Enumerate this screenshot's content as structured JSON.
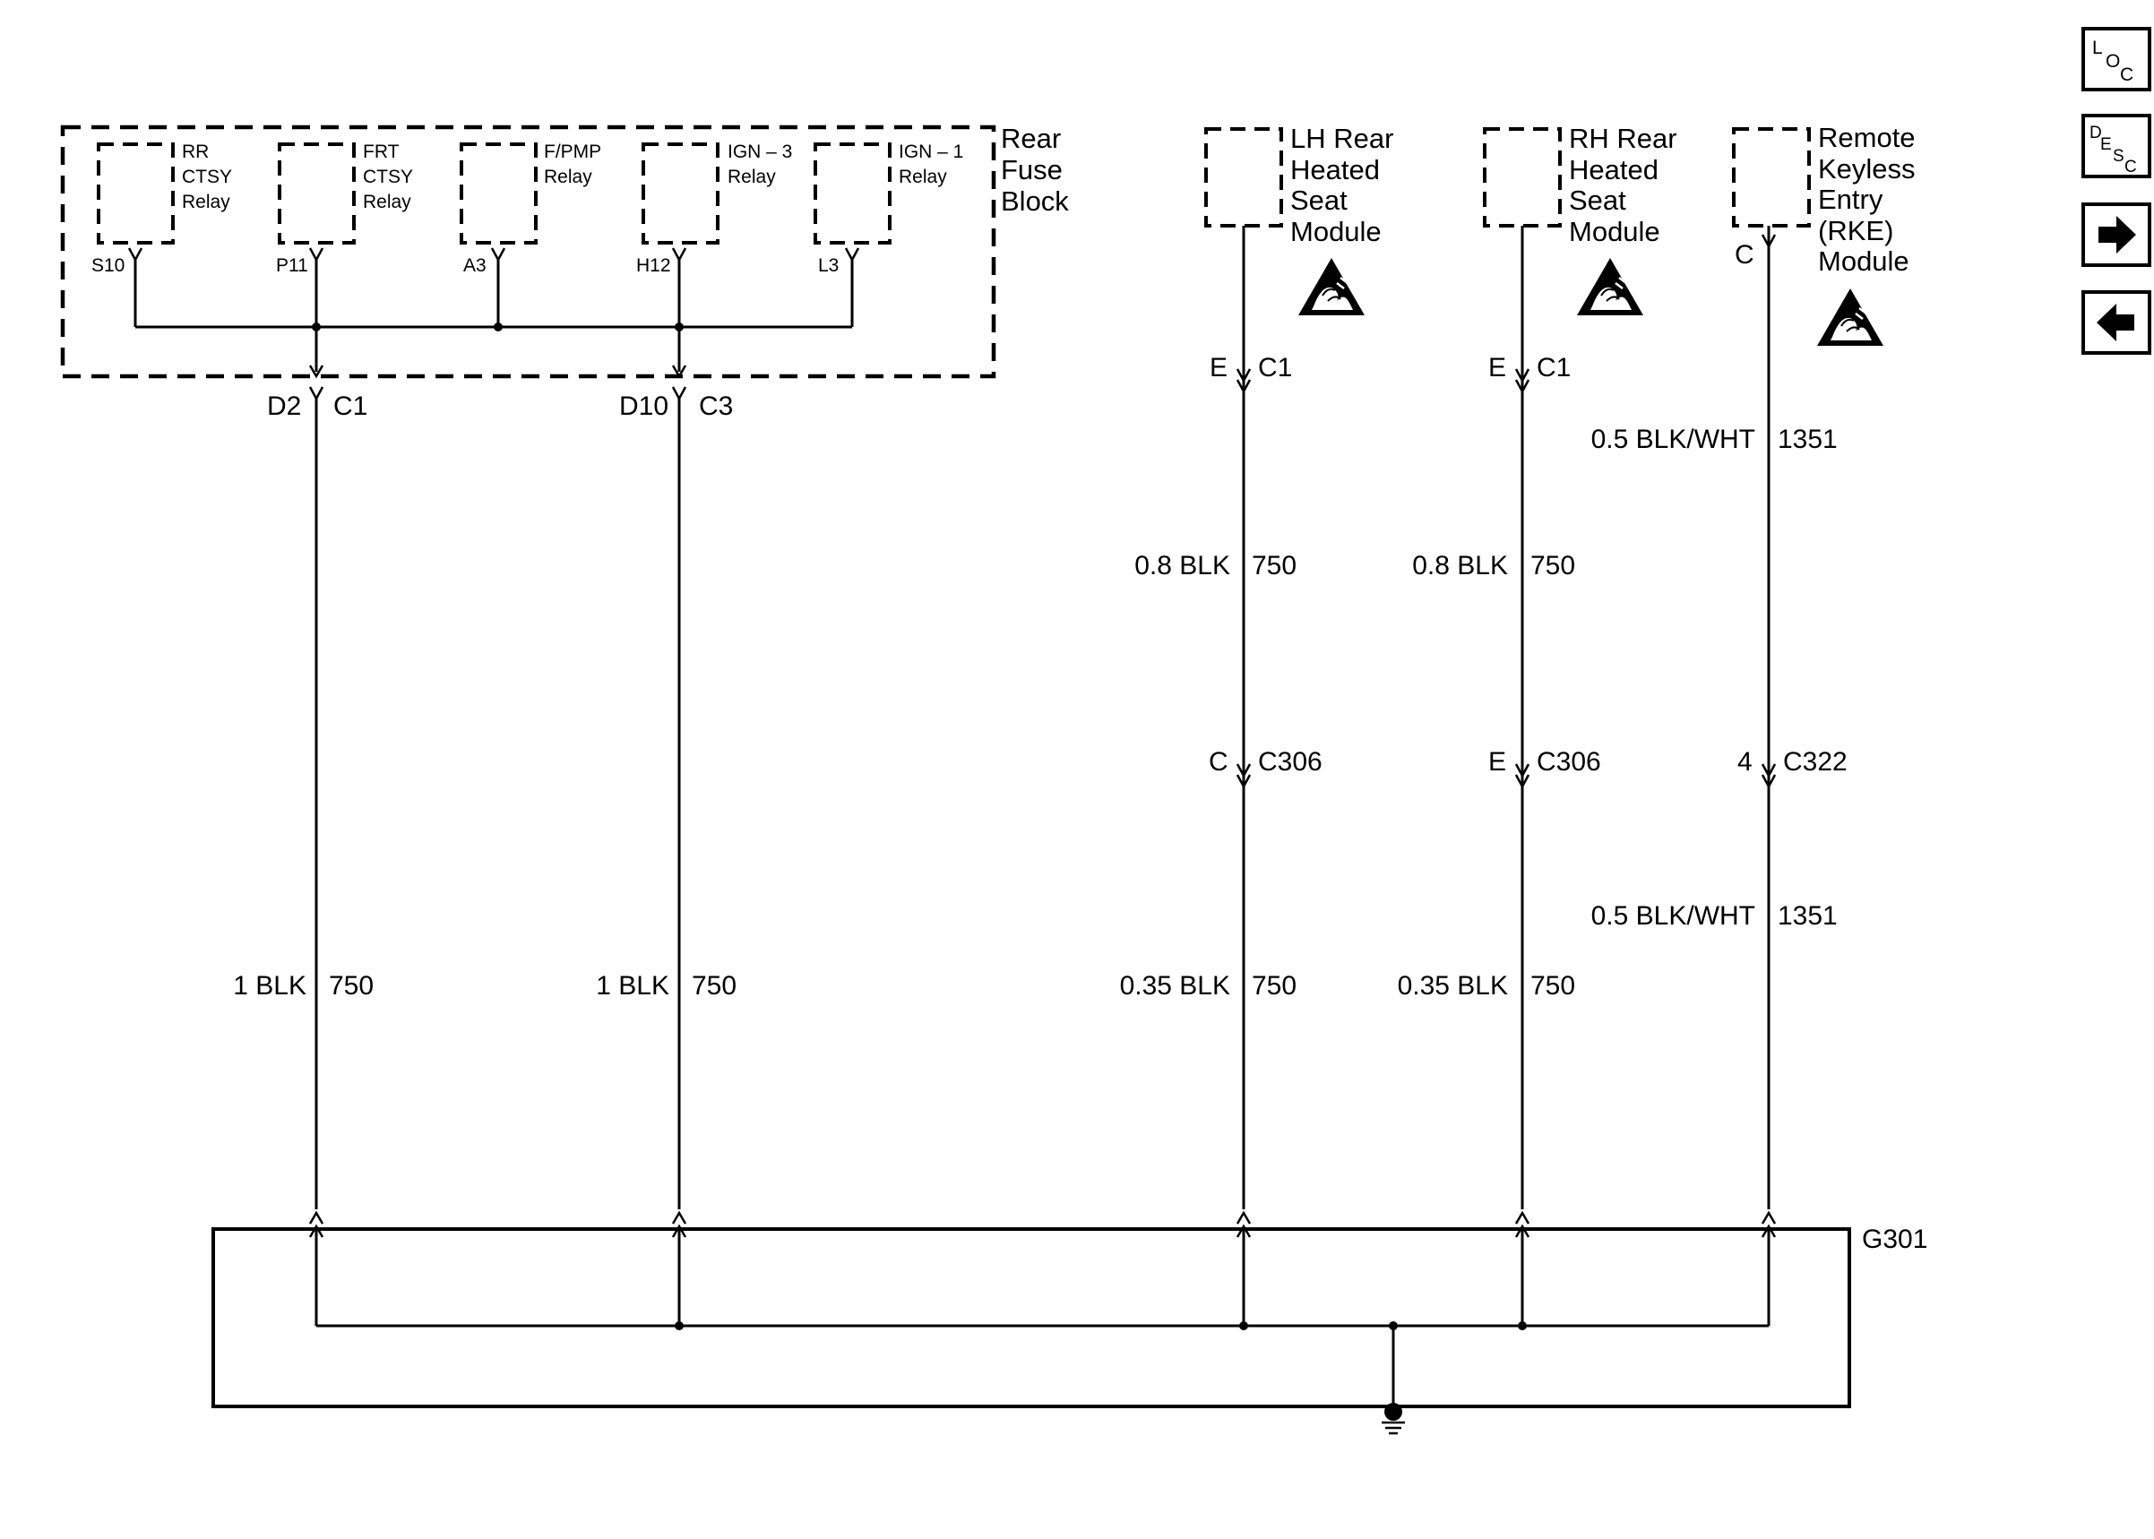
{
  "fuse_block": {
    "title_lines": [
      "Rear",
      "Fuse",
      "Block"
    ],
    "relays": [
      {
        "name_lines": [
          "RR",
          "CTSY",
          "Relay"
        ],
        "pin": "S10"
      },
      {
        "name_lines": [
          "FRT",
          "CTSY",
          "Relay"
        ],
        "pin": "P11"
      },
      {
        "name_lines": [
          "F/PMP",
          "Relay"
        ],
        "pin": "A3"
      },
      {
        "name_lines": [
          "IGN – 3",
          "Relay"
        ],
        "pin": "H12"
      },
      {
        "name_lines": [
          "IGN – 1",
          "Relay"
        ],
        "pin": "L3"
      }
    ],
    "outputs": [
      {
        "pin": "D2",
        "connector": "C1"
      },
      {
        "pin": "D10",
        "connector": "C3"
      }
    ]
  },
  "modules": [
    {
      "name_lines": [
        "LH Rear",
        "Heated",
        "Seat",
        "Module"
      ]
    },
    {
      "name_lines": [
        "RH Rear",
        "Heated",
        "Seat",
        "Module"
      ]
    },
    {
      "name_lines": [
        "Remote",
        "Keyless",
        "Entry",
        "(RKE)",
        "Module"
      ],
      "pin": "C"
    }
  ],
  "module_connectors": [
    {
      "pin": "E",
      "connector": "C1"
    },
    {
      "pin": "E",
      "connector": "C1"
    }
  ],
  "wires": [
    {
      "gauge": "1 BLK",
      "circuit": "750"
    },
    {
      "gauge": "1 BLK",
      "circuit": "750"
    },
    {
      "gauge": "0.8 BLK",
      "circuit": "750"
    },
    {
      "gauge": "0.8 BLK",
      "circuit": "750"
    },
    {
      "gauge": "0.5 BLK/WHT",
      "circuit": "1351"
    },
    {
      "gauge": "0.35 BLK",
      "circuit": "750"
    },
    {
      "gauge": "0.35 BLK",
      "circuit": "750"
    },
    {
      "gauge": "0.5 BLK/WHT",
      "circuit": "1351"
    }
  ],
  "inline_connectors": [
    {
      "pin": "C",
      "connector": "C306"
    },
    {
      "pin": "E",
      "connector": "C306"
    },
    {
      "pin": "4",
      "connector": "C322"
    }
  ],
  "ground": {
    "label": "G301"
  },
  "nav": {
    "loc": {
      "a": "L",
      "b": "O",
      "c": "C"
    },
    "desc": {
      "a": "D",
      "b": "E",
      "c": "S",
      "d": "C"
    }
  },
  "icons": [
    "esd-warning-icon",
    "ground-symbol-icon",
    "arrow-right-icon",
    "arrow-left-icon"
  ]
}
